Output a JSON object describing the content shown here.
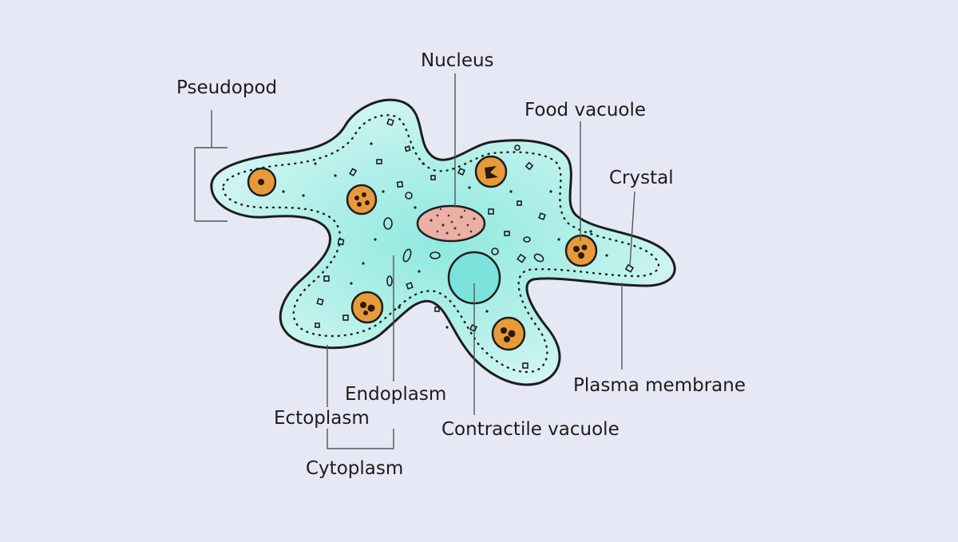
{
  "diagram": {
    "labels": {
      "pseudopod": "Pseudopod",
      "nucleus": "Nucleus",
      "food_vacuole": "Food vacuole",
      "crystal": "Crystal",
      "plasma_membrane": "Plasma membrane",
      "contractile_vacuole": "Contractile vacuole",
      "endoplasm": "Endoplasm",
      "ectoplasm": "Ectoplasm",
      "cytoplasm": "Cytoplasm"
    },
    "colors": {
      "background": "#e6e9f5",
      "cytoplasm": "#b9f1ea",
      "outline": "#1d1d1d",
      "food_vacuole": "#e89a3a",
      "nucleus": "#eab0a4",
      "contractile_vacuole": "#7be3dc"
    }
  }
}
